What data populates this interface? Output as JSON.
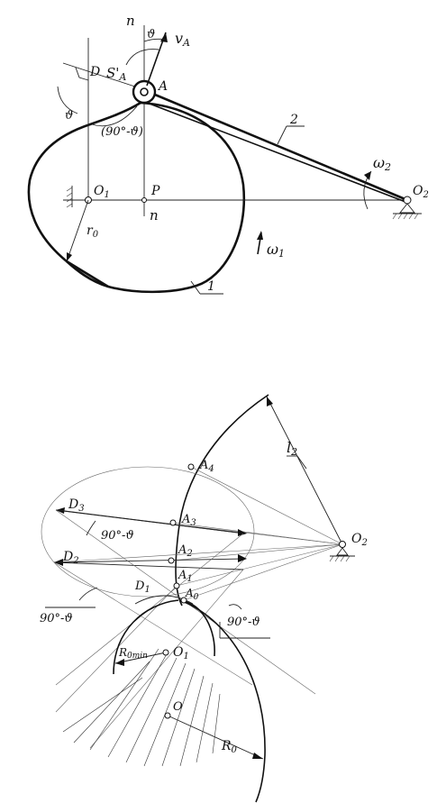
{
  "labels": {
    "n_top": "n",
    "theta_top": "ϑ",
    "v_a": "v",
    "v_a_sub": "A",
    "d_top": "D",
    "s_a_prime": "S'",
    "s_a_sub": "A",
    "a_point": "A",
    "link_2": "2",
    "theta_left": "ϑ",
    "angle_90": "(90°-ϑ)",
    "omega_2": "ω",
    "omega_2_sub": "2",
    "o1_top": "O",
    "o1_top_sub": "1",
    "p_point": "P",
    "o2_top": "O",
    "o2_top_sub": "2",
    "n_bottom": "n",
    "r0_top": "r",
    "r0_top_sub": "0",
    "omega_1": "ω",
    "omega_1_sub": "1",
    "cam_1": "1",
    "l2": "l",
    "l2_sub": "2",
    "a4": "A",
    "a4_sub": "4",
    "d3": "D",
    "d3_sub": "3",
    "angle_90_upper": "90°-ϑ",
    "a3": "A",
    "a3_sub": "3",
    "o2_bottom": "O",
    "o2_bottom_sub": "2",
    "d2": "D",
    "d2_sub": "2",
    "a2": "A",
    "a2_sub": "2",
    "a1": "A",
    "a1_sub": "1",
    "d1": "D",
    "d1_sub": "1",
    "a0": "A",
    "a0_sub": "0",
    "angle_90_left": "90°-ϑ",
    "angle_90_right": "90°-ϑ",
    "r0_min": "R",
    "r0_min_sub": "0min",
    "o1_bottom": "O",
    "o1_bottom_sub": "1",
    "o_center": "O",
    "r0_bottom": "R",
    "r0_bottom_sub": "0"
  }
}
